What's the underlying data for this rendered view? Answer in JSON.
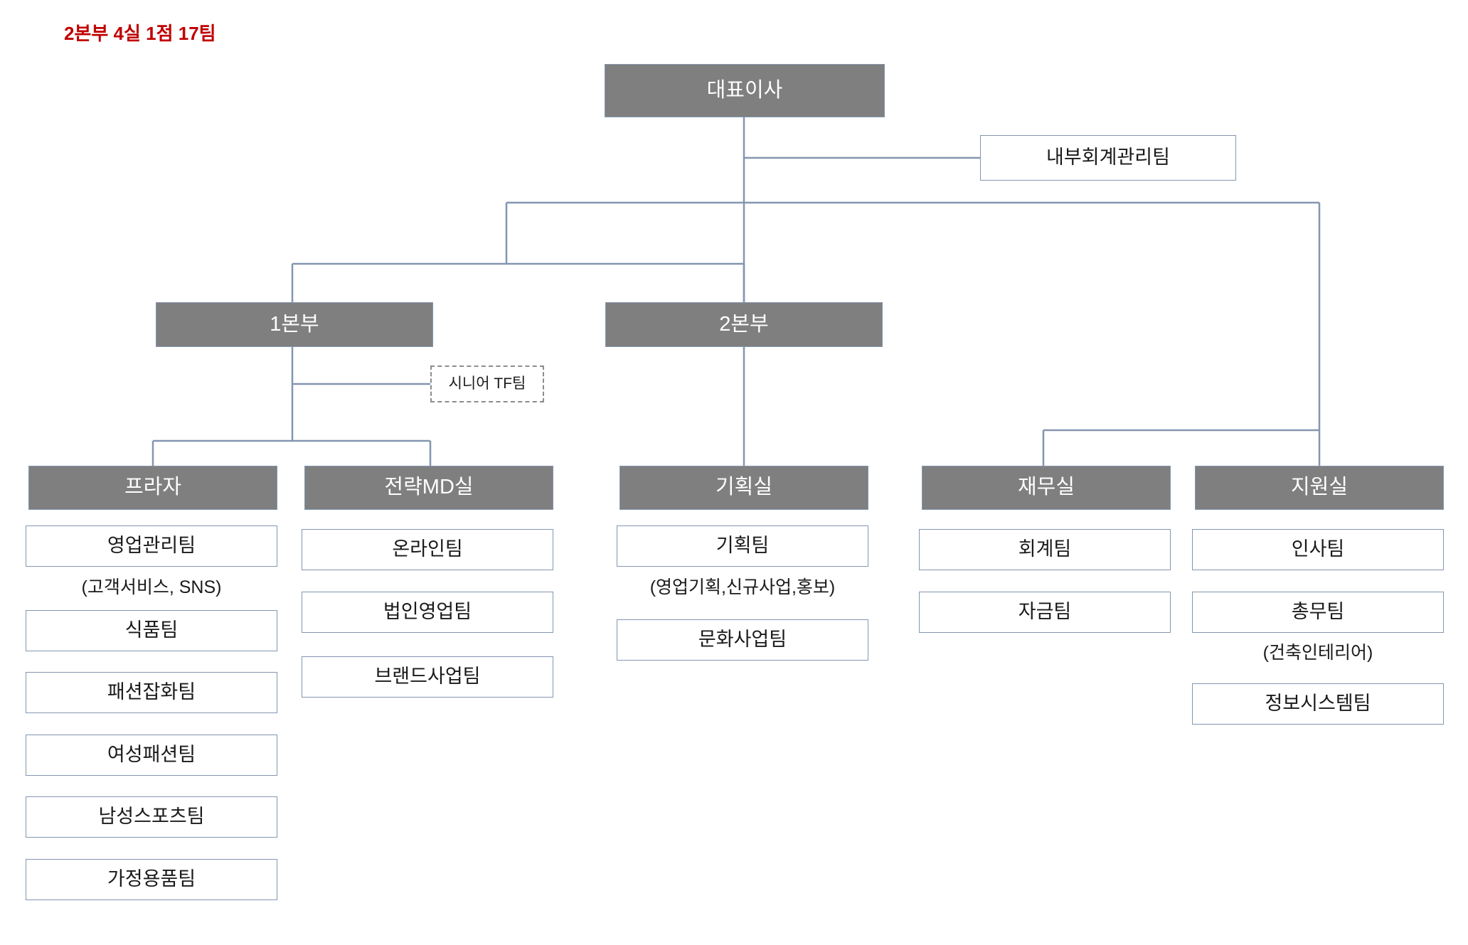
{
  "title": {
    "text": "2본부  4실 1점 17팀",
    "color": "#c00000"
  },
  "theme": {
    "exec_fill": "#7f7f7f",
    "exec_text": "#ffffff",
    "box_border": "#8496b0",
    "connector": "#8496b0",
    "dashed_border": "#8c8c8c",
    "body_text": "#1a1a1a",
    "background": "#ffffff"
  },
  "chart_data": {
    "type": "org-chart",
    "title": "2본부  4실 1점 17팀",
    "root": "대표이사",
    "staff": [
      "내부회계관리팀"
    ],
    "divisions": [
      "1본부",
      "2본부"
    ],
    "offices": [
      "프라자",
      "전략MD실",
      "기획실",
      "재무실",
      "지원실"
    ],
    "counts": {
      "본부": 2,
      "실": 4,
      "점": 1,
      "팀": 17
    }
  },
  "nodes": {
    "ceo": {
      "label": "대표이사",
      "kind": "exec"
    },
    "internal_audit": {
      "label": "내부회계관리팀",
      "kind": "team"
    },
    "div1": {
      "label": "1본부",
      "kind": "exec"
    },
    "div2": {
      "label": "2본부",
      "kind": "exec"
    },
    "senior_tf": {
      "label": "시니어 TF팀",
      "kind": "tf"
    }
  },
  "columns": [
    {
      "id": "plaza",
      "header": {
        "label": "프라자",
        "kind": "exec"
      },
      "items": [
        {
          "label": "영업관리팀",
          "kind": "team"
        },
        {
          "label": "(고객서비스, SNS)",
          "kind": "caption"
        },
        {
          "label": "식품팀",
          "kind": "team"
        },
        {
          "label": "패션잡화팀",
          "kind": "team"
        },
        {
          "label": "여성패션팀",
          "kind": "team"
        },
        {
          "label": "남성스포츠팀",
          "kind": "team"
        },
        {
          "label": "가정용품팀",
          "kind": "team"
        }
      ]
    },
    {
      "id": "strategy-md",
      "header": {
        "label": "전략MD실",
        "kind": "exec"
      },
      "items": [
        {
          "label": "온라인팀",
          "kind": "team"
        },
        {
          "label": "법인영업팀",
          "kind": "team"
        },
        {
          "label": "브랜드사업팀",
          "kind": "team"
        }
      ]
    },
    {
      "id": "planning",
      "header": {
        "label": "기획실",
        "kind": "exec"
      },
      "items": [
        {
          "label": "기획팀",
          "kind": "team"
        },
        {
          "label": "(영업기획,신규사업,홍보)",
          "kind": "caption"
        },
        {
          "label": "문화사업팀",
          "kind": "team"
        }
      ]
    },
    {
      "id": "finance",
      "header": {
        "label": "재무실",
        "kind": "exec"
      },
      "items": [
        {
          "label": "회계팀",
          "kind": "team"
        },
        {
          "label": "자금팀",
          "kind": "team"
        }
      ]
    },
    {
      "id": "support",
      "header": {
        "label": "지원실",
        "kind": "exec"
      },
      "items": [
        {
          "label": "인사팀",
          "kind": "team"
        },
        {
          "label": "총무팀",
          "kind": "team"
        },
        {
          "label": "(건축인테리어)",
          "kind": "caption"
        },
        {
          "label": "정보시스템팀",
          "kind": "team"
        }
      ]
    }
  ]
}
